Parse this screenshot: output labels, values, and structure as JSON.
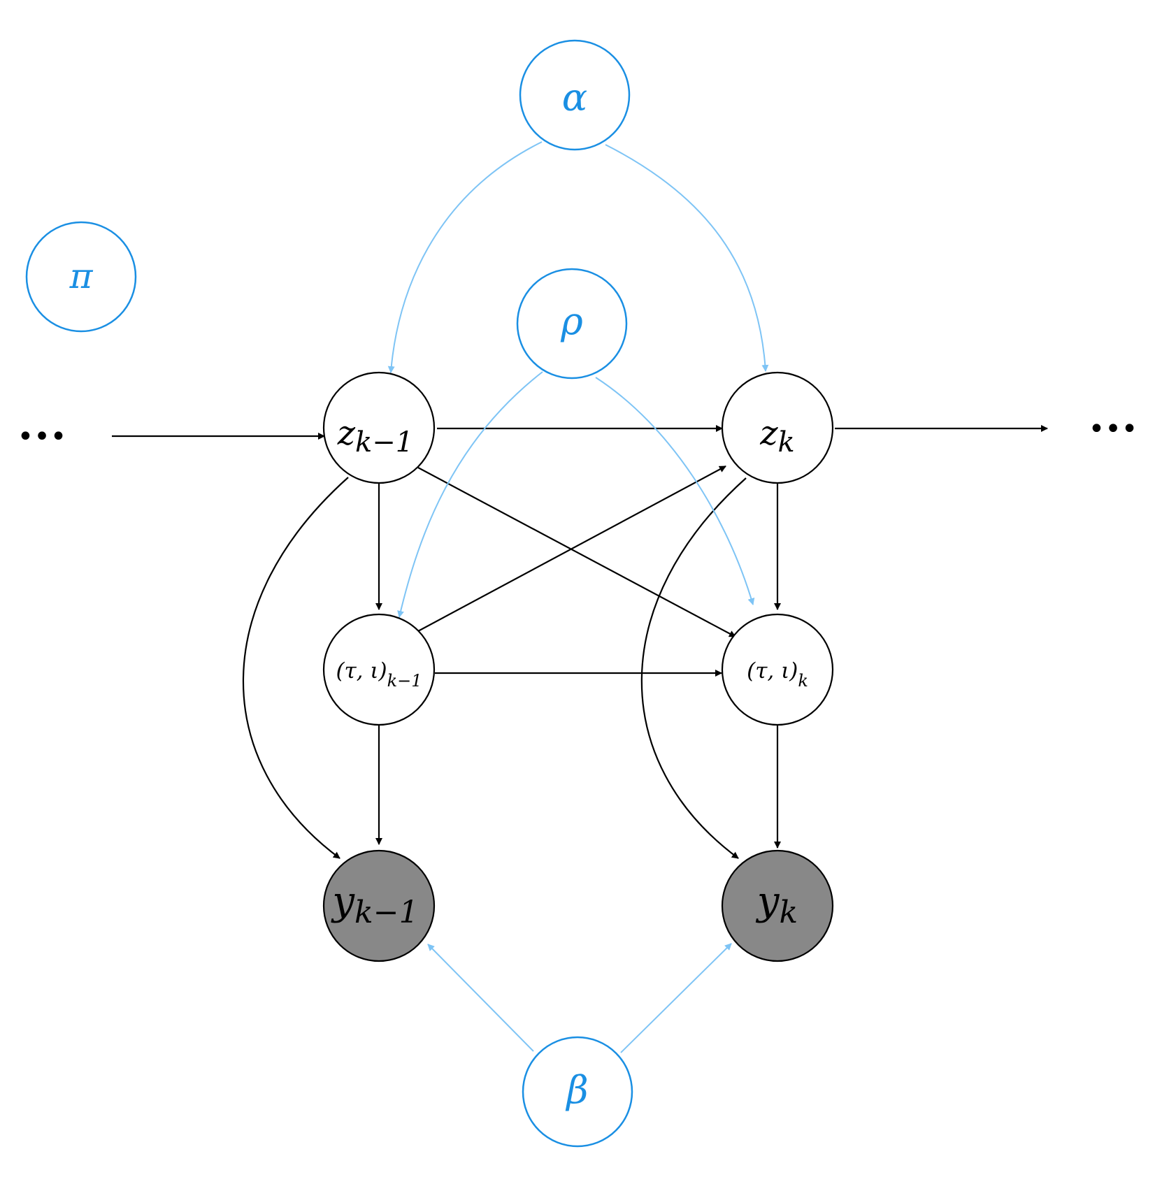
{
  "colors": {
    "black": "#000000",
    "param_stroke": "#1a8fe3",
    "param_text": "#1a8fe3",
    "param_edge": "#7ec4f5",
    "observed_fill": "#888888"
  },
  "ellipsis": "•••",
  "nodes": {
    "alpha": "α",
    "rho": "ρ",
    "pi": "π",
    "beta": "β",
    "z_prev": {
      "main": "z",
      "sub": "k−1"
    },
    "z_k": {
      "main": "z",
      "sub": "k"
    },
    "ti_prev": {
      "main": "(τ, ι)",
      "sub": "k−1"
    },
    "ti_k": {
      "main": "(τ, ι)",
      "sub": "k"
    },
    "y_prev": {
      "main": "y",
      "sub": "k−1"
    },
    "y_k": {
      "main": "y",
      "sub": "k"
    }
  }
}
